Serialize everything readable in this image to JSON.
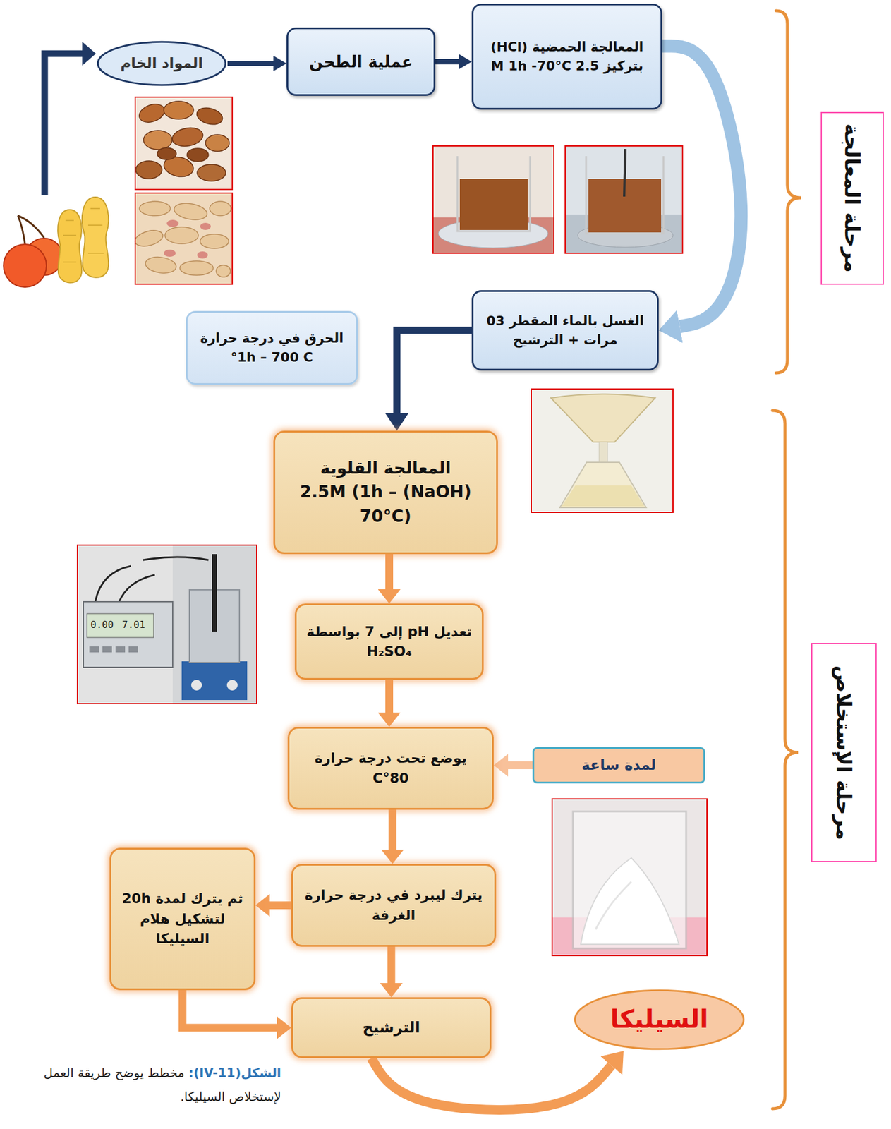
{
  "diagram": {
    "caption": "الشكل(IV-11): مخطط يوضح طريقة العمل لإستخلاص السيليكا.",
    "nodes": [
      {
        "text": [
          "المواد الخام"
        ]
      },
      {
        "text": [
          "عملية الطحن"
        ]
      },
      {
        "text": [
          "المعالجة الحمضية (HCl) بتركيز 2.5 M 1h -70°C"
        ]
      },
      {
        "text": [
          "الغسل بالماء المقطر 03 مرات + الترشيح"
        ]
      },
      {
        "text": [
          "الحرق في درجة حرارة 1h – 700 C°"
        ]
      },
      {
        "text": [
          "المعالجة القلوية (NaOH) 2.5M (1h – 70°C)"
        ]
      },
      {
        "text": [
          "تعديل pH إلى 7 بواسطة H₂SO₄"
        ]
      },
      {
        "text": [
          "يوضع تحت درجة حرارة 80°C"
        ]
      },
      {
        "text": [
          "لمدة ساعة"
        ]
      },
      {
        "text": [
          "يترك ليبرد في درجة حرارة الغرفة"
        ]
      },
      {
        "text": [
          "ثم يترك لمدة 20h لتشكيل هلام السيليكا"
        ]
      },
      {
        "text": [
          "الترشيح"
        ]
      },
      {
        "text": [
          "السيليكا"
        ]
      },
      {
        "text": [
          "مرحلة المعالجة"
        ]
      },
      {
        "text": [
          "مرحلة الإستخلاص"
        ]
      }
    ],
    "edges": [
      {
        "from": 0,
        "to": 1,
        "arrow": "to"
      },
      {
        "from": 1,
        "to": 2,
        "arrow": "to"
      },
      {
        "from": 2,
        "to": 3,
        "arrow": "to"
      },
      {
        "from": 3,
        "to": 5,
        "arrow": "to"
      },
      {
        "from": 5,
        "to": 6,
        "arrow": "to"
      },
      {
        "from": 6,
        "to": 7,
        "arrow": "to"
      },
      {
        "from": 8,
        "to": 7,
        "arrow": "to"
      },
      {
        "from": 7,
        "to": 9,
        "arrow": "to"
      },
      {
        "from": 9,
        "to": 10,
        "arrow": "to"
      },
      {
        "from": 9,
        "to": 11,
        "arrow": "to"
      },
      {
        "from": 10,
        "to": 11,
        "arrow": "to"
      },
      {
        "from": 11,
        "to": 12,
        "arrow": "to"
      }
    ],
    "labels": [
      "0.00",
      "7.01"
    ]
  }
}
